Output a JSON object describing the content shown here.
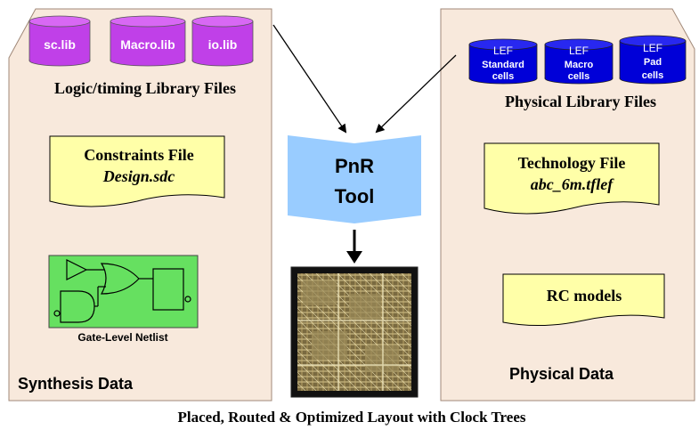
{
  "left_panel": {
    "libs": [
      "sc.lib",
      "Macro.lib",
      "io.lib"
    ],
    "libs_title": "Logic/timing Library Files",
    "constraints": {
      "title": "Constraints File",
      "file": "Design.sdc"
    },
    "netlist_label": "Gate-Level Netlist",
    "section_label": "Synthesis Data"
  },
  "center": {
    "tool_line1": "PnR",
    "tool_line2": "Tool"
  },
  "right_panel": {
    "lefs": [
      {
        "line1": "LEF",
        "line2": "Standard",
        "line3": "cells"
      },
      {
        "line1": "LEF",
        "line2": "Macro",
        "line3": "cells"
      },
      {
        "line1": "LEF",
        "line2": "Pad",
        "line3": "cells"
      }
    ],
    "libs_title": "Physical Library Files",
    "technology": {
      "title": "Technology File",
      "file": "abc_6m.tflef"
    },
    "rc_models": "RC models",
    "section_label": "Physical Data"
  },
  "caption": "Placed, Routed & Optimized Layout with Clock Trees",
  "colors": {
    "panel_fill": "#f8e9dc",
    "lib_cyl": "#c040e8",
    "lef_cyl": "#0000d8",
    "note_fill": "#ffffa8",
    "netlist_bg": "#66e060",
    "tool_fill": "#99ccff"
  }
}
